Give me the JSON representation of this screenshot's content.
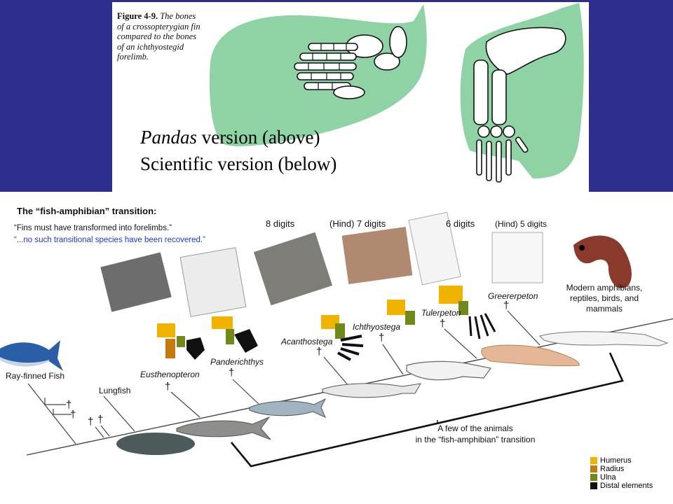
{
  "figure": {
    "number": "Figure 4-9.",
    "caption": "The bones of a crossopterygian fin compared to the bones of an ichthyostegid forelimb."
  },
  "versions": {
    "top_italic": "Pandas",
    "top_rest": " version (above)",
    "bottom": "Scientific version (below)"
  },
  "diagram": {
    "title": "The “fish-amphibian” transition:",
    "quote1": "“Fins must have transformed into forelimbs.”",
    "quote2": "“...no such transitional species have been recovered.”",
    "digits": {
      "d8": "8 digits",
      "d7": "(Hind) 7 digits",
      "d6": "6 digits",
      "d5": "(Hind) 5 digits"
    },
    "taxa": {
      "ray_finned": "Ray-finned Fish",
      "lungfish": "Lungfish",
      "eusthenopteron": "Eusthenopteron",
      "panderichthys": "Panderichthys",
      "acanthostega": "Acanthostega",
      "ichthyostega": "Ichthyostega",
      "tulerpeton": "Tulerpeton",
      "greererpeton": "Greererpeton",
      "modern_1": "Modern amphibians,",
      "modern_2": "reptiles, birds, and",
      "modern_3": "mammals"
    },
    "dagger": "†",
    "bracket_1": "A few of the animals",
    "bracket_2": "in the “fish-amphibian” transition"
  },
  "legend": {
    "items": [
      {
        "label": "Humerus",
        "color": "#f0b400"
      },
      {
        "label": "Radius",
        "color": "#c47a10"
      },
      {
        "label": "Ulna",
        "color": "#6f8a1a"
      },
      {
        "label": "Distal elements",
        "color": "#111111"
      }
    ]
  },
  "colors": {
    "background_band": "#2e2e8e",
    "fin_green": "#8fd3a4",
    "quote_blue": "#1f39c9"
  }
}
